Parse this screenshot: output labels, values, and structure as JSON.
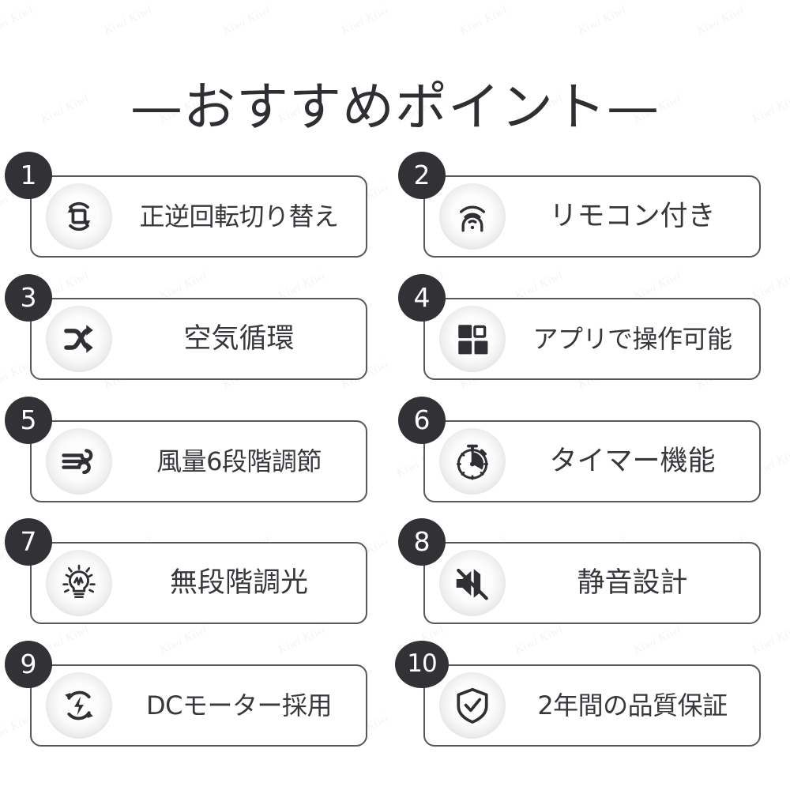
{
  "header": {
    "title": "—おすすめポイント—"
  },
  "theme": {
    "background": "#ffffff",
    "badge_fill": "#323236",
    "badge_text": "#ffffff",
    "box_border": "#57575c",
    "label_text": "#38383c",
    "icon_color": "#303034"
  },
  "features": [
    {
      "number": "1",
      "label": "正逆回転切り替え",
      "icon": "rotation-reverse-icon",
      "column": "left",
      "row": 0
    },
    {
      "number": "2",
      "label": "リモコン付き",
      "icon": "remote-control-signal-icon",
      "column": "right",
      "row": 0
    },
    {
      "number": "3",
      "label": "空気循環",
      "icon": "air-circulation-shuffle-icon",
      "column": "left",
      "row": 1
    },
    {
      "number": "4",
      "label": "アプリで操作可能",
      "icon": "app-grid-icon",
      "column": "right",
      "row": 1
    },
    {
      "number": "5",
      "label": "風量6段階調節",
      "icon": "wind-airflow-icon",
      "column": "left",
      "row": 2
    },
    {
      "number": "6",
      "label": "タイマー機能",
      "icon": "stopwatch-timer-icon",
      "column": "right",
      "row": 2
    },
    {
      "number": "7",
      "label": "無段階調光",
      "icon": "lightbulb-dimmer-icon",
      "column": "left",
      "row": 3
    },
    {
      "number": "8",
      "label": "静音設計",
      "icon": "speaker-mute-icon",
      "column": "right",
      "row": 3
    },
    {
      "number": "9",
      "label": "DCモーター採用",
      "icon": "dc-motor-cycle-bolt-icon",
      "column": "left",
      "row": 4
    },
    {
      "number": "10",
      "label": "2年間の品質保証",
      "icon": "shield-check-warranty-icon",
      "column": "right",
      "row": 4
    }
  ],
  "watermark": {
    "text": "Kiwi Kiwi"
  }
}
